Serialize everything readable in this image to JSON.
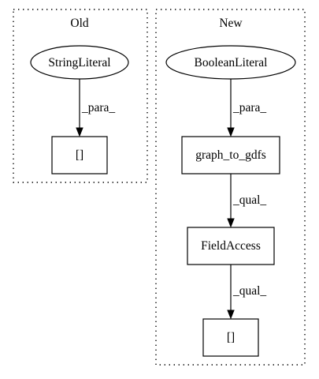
{
  "clusters": {
    "old": {
      "label": "Old",
      "nodes": {
        "string_literal": "StringLiteral",
        "index_access": "[]"
      },
      "edges": {
        "string_to_index": "_para_"
      }
    },
    "new": {
      "label": "New",
      "nodes": {
        "boolean_literal": "BooleanLiteral",
        "graph_to_gdfs": "graph_to_gdfs",
        "field_access": "FieldAccess",
        "index_access": "[]"
      },
      "edges": {
        "boolean_to_graph": "_para_",
        "graph_to_field": "_qual_",
        "field_to_index": "_qual_"
      }
    }
  }
}
